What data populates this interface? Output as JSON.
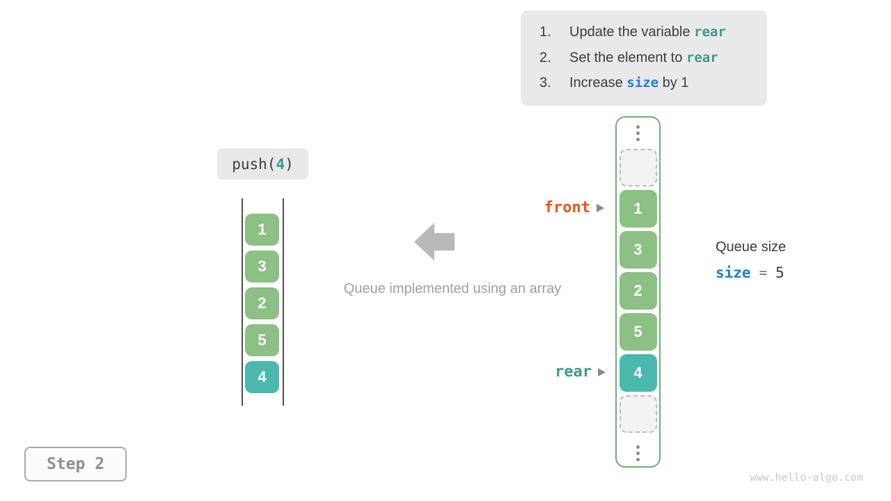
{
  "colors": {
    "teal-code": "#3d9a8b",
    "blue-code": "#1a7fd4",
    "orange-code": "#e4571e",
    "cell-green": "#8cc084",
    "cell-teal": "#4bb8ae",
    "container-border": "#6fae6f",
    "dark-text": "#3b3b3b",
    "gray-text": "#9e9e9e"
  },
  "instructions": {
    "items": [
      {
        "num": "1.",
        "pre": "Update the variable ",
        "code": "rear",
        "post": ""
      },
      {
        "num": "2.",
        "pre": "Set the element to ",
        "code": "rear",
        "post": ""
      },
      {
        "num": "3.",
        "pre": "Increase ",
        "code": "size",
        "post": " by 1"
      }
    ]
  },
  "push_call": {
    "pre": "push(",
    "arg": "4",
    "post": ")"
  },
  "left_stack": {
    "values": [
      "1",
      "3",
      "2",
      "5",
      "4"
    ]
  },
  "queue": {
    "cells": [
      "1",
      "3",
      "2",
      "5",
      "4"
    ]
  },
  "pointers": {
    "front": "front",
    "rear": "rear"
  },
  "size_panel": {
    "title": "Queue size",
    "variable": "size",
    "equals": "=",
    "value": "5"
  },
  "caption": "Queue implemented using an array",
  "step_badge": "Step 2",
  "watermark": "www.hello-algo.com"
}
